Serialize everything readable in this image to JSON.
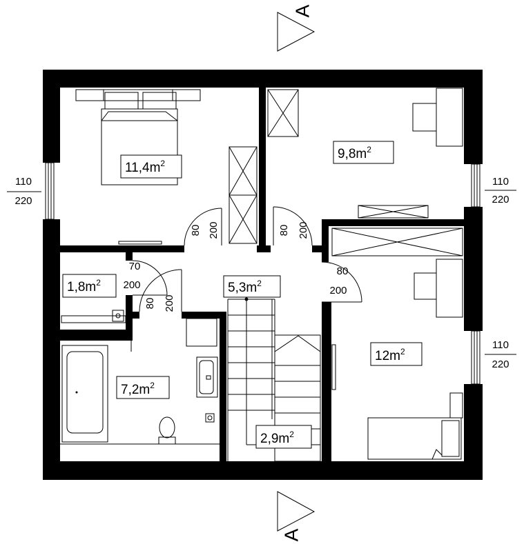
{
  "section_marker": "A",
  "rooms": [
    {
      "id": "bedroom-1",
      "area": "11,4",
      "unit": "m",
      "exp": "2"
    },
    {
      "id": "bedroom-2",
      "area": "9,8",
      "unit": "m",
      "exp": "2"
    },
    {
      "id": "bedroom-3",
      "area": "12",
      "unit": "m",
      "exp": "2"
    },
    {
      "id": "wc",
      "area": "1,8",
      "unit": "m",
      "exp": "2"
    },
    {
      "id": "hall",
      "area": "5,3",
      "unit": "m",
      "exp": "2"
    },
    {
      "id": "bathroom",
      "area": "7,2",
      "unit": "m",
      "exp": "2"
    },
    {
      "id": "stair",
      "area": "2,9",
      "unit": "m",
      "exp": "2"
    }
  ],
  "windows": [
    {
      "id": "window-left",
      "width": "110",
      "height": "220"
    },
    {
      "id": "window-right-top",
      "width": "110",
      "height": "220"
    },
    {
      "id": "window-right-bottom",
      "width": "110",
      "height": "220"
    }
  ],
  "doors": [
    {
      "id": "door-bedroom-1",
      "width": "80",
      "height": "200"
    },
    {
      "id": "door-bedroom-2",
      "width": "80",
      "height": "200"
    },
    {
      "id": "door-bedroom-3",
      "width": "80",
      "height": "200"
    },
    {
      "id": "door-wc",
      "width": "70",
      "height": "200"
    },
    {
      "id": "door-bathroom",
      "width": "80",
      "height": "200"
    }
  ]
}
